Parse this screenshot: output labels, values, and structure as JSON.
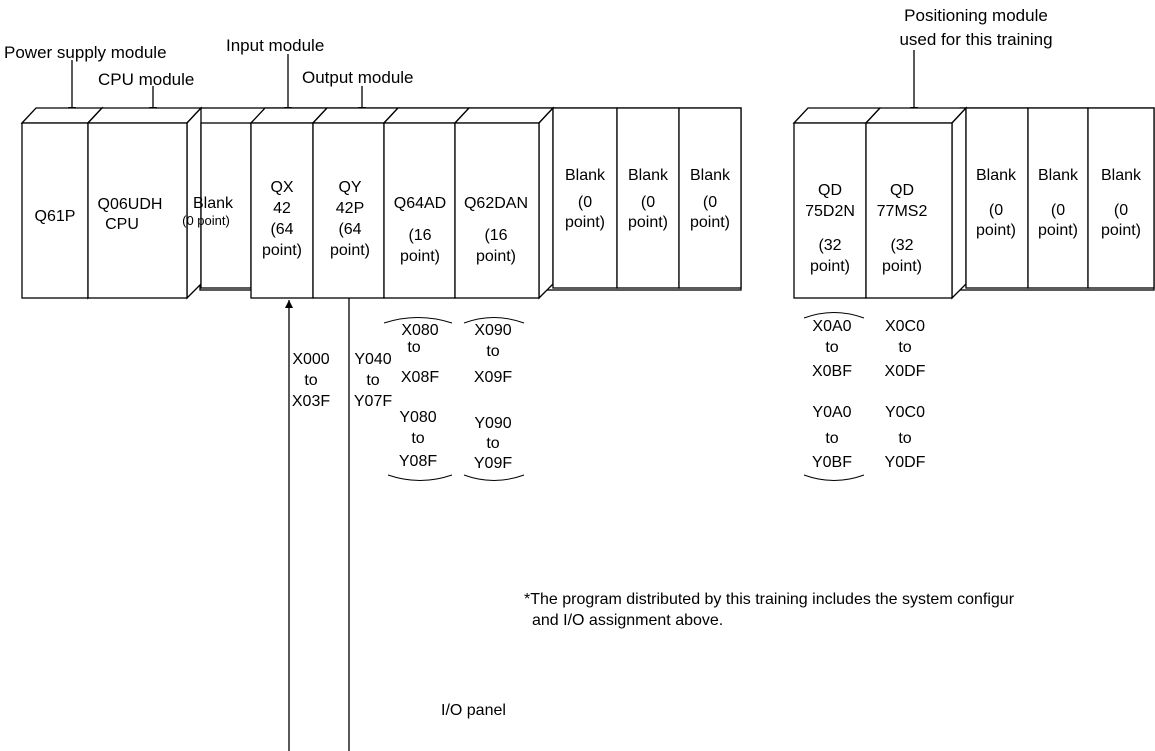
{
  "callouts": {
    "power_supply": "Power supply module",
    "cpu": "CPU module",
    "input": "Input module",
    "output": "Output module",
    "positioning_line1": "Positioning module",
    "positioning_line2": "used for this training"
  },
  "main_base": {
    "slots": [
      {
        "lines": [
          "Q61P"
        ]
      },
      {
        "lines": [
          "Q06UDH",
          "CPU"
        ]
      },
      {
        "lines": [
          "Blank",
          "(0 point)"
        ]
      },
      {
        "lines": [
          "QX",
          "42",
          "(64",
          "point)"
        ]
      },
      {
        "lines": [
          "QY",
          "42P",
          "(64",
          "point)"
        ]
      },
      {
        "lines": [
          "Q64AD",
          "(16",
          "point)"
        ]
      },
      {
        "lines": [
          "Q62DAN",
          "(16",
          "point)"
        ]
      },
      {
        "lines": [
          "Blank",
          "(0",
          "point)"
        ]
      },
      {
        "lines": [
          "Blank",
          "(0",
          "point)"
        ]
      },
      {
        "lines": [
          "Blank",
          "(0",
          "point)"
        ]
      }
    ]
  },
  "ext_base": {
    "slots": [
      {
        "lines": [
          "QD",
          "75D2N",
          "(32",
          "point)"
        ]
      },
      {
        "lines": [
          "QD",
          "77MS2",
          "(32",
          "point)"
        ]
      },
      {
        "lines": [
          "Blank",
          "(0",
          "point)"
        ]
      },
      {
        "lines": [
          "Blank",
          "(0",
          "point)"
        ]
      },
      {
        "lines": [
          "Blank",
          "(0",
          "point)"
        ]
      }
    ]
  },
  "io_assign": {
    "qx42": [
      "X000",
      "to",
      "X03F"
    ],
    "qy42p": [
      "Y040",
      "to",
      "Y07F"
    ],
    "q64ad_x": [
      "X080",
      "to",
      "X08F"
    ],
    "q64ad_y": [
      "Y080",
      "to",
      "Y08F"
    ],
    "q62dan_x": [
      "X090",
      "to",
      "X09F"
    ],
    "q62dan_y": [
      "Y090",
      "to",
      "Y09F"
    ],
    "qd75_x": [
      "X0A0",
      "to",
      "X0BF"
    ],
    "qd75_y": [
      "Y0A0",
      "to",
      "Y0BF"
    ],
    "qd77_x": [
      "X0C0",
      "to",
      "X0DF"
    ],
    "qd77_y": [
      "Y0C0",
      "to",
      "Y0DF"
    ]
  },
  "note": {
    "line1": "*The program distributed by this training includes the system configur",
    "line2": "and I/O assignment above."
  },
  "io_panel": "I/O panel"
}
